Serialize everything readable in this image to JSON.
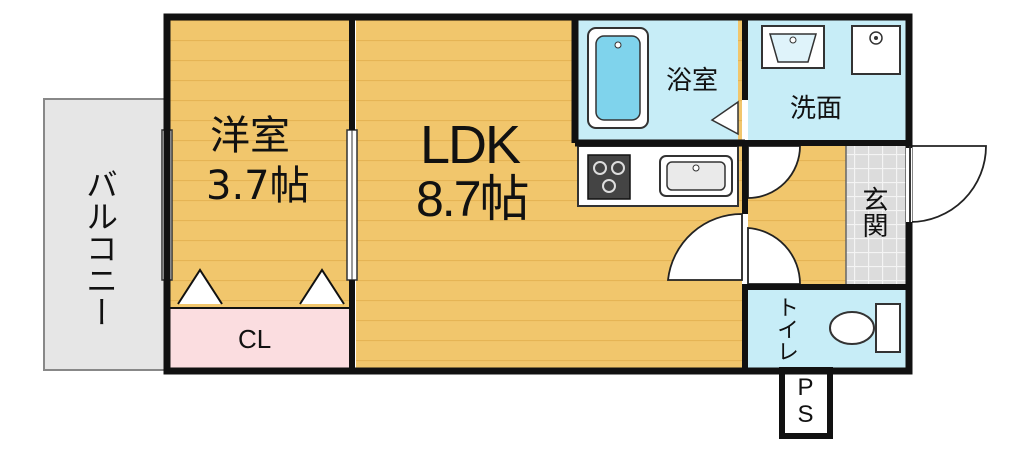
{
  "floor_plan": {
    "rooms": {
      "balcony": {
        "label": "バルコニー"
      },
      "western_room": {
        "label": "洋室",
        "size": "3.7帖"
      },
      "closet": {
        "label": "CL"
      },
      "ldk": {
        "label": "LDK",
        "size": "8.7帖"
      },
      "bath": {
        "label": "浴室"
      },
      "washroom": {
        "label": "洗面"
      },
      "entrance": {
        "label": "玄関"
      },
      "toilet": {
        "label": "トイレ"
      },
      "ps": {
        "label": "PS"
      }
    },
    "colors": {
      "wood_floor": "#f1c66c",
      "wood_stripe": "#e5b455",
      "wet_area": "#c7edf7",
      "closet": "#fbdde0",
      "balcony": "#e6e6e6",
      "entrance_tile": "#d9d9d9",
      "wall": "#111111"
    }
  }
}
